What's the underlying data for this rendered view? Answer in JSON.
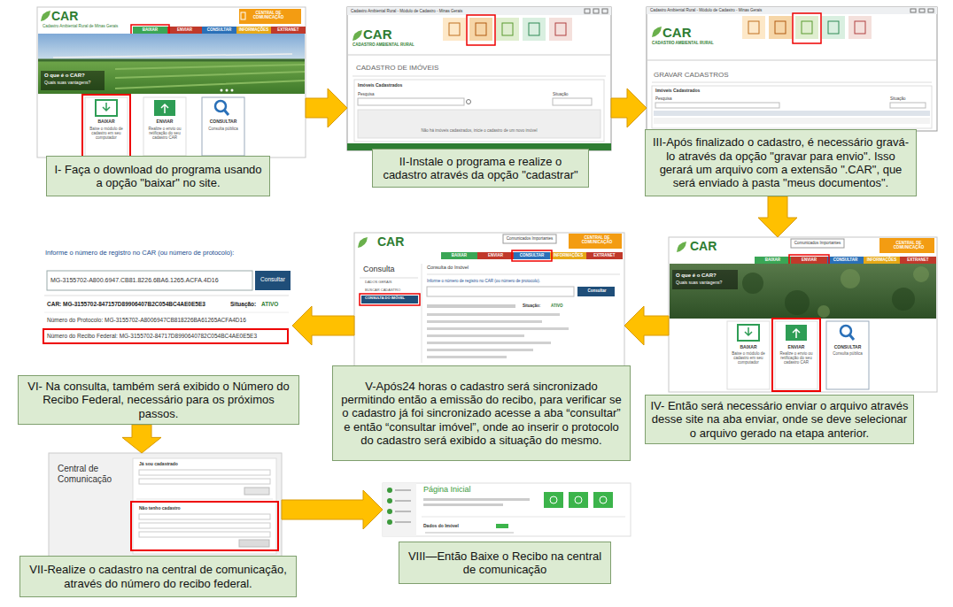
{
  "diagram": {
    "nodes": [
      {
        "text": [
          "CAR",
          "Cadastro Ambiental Rural de Minas Gerais",
          "CENTRAL DE COMUNICAÇÃO",
          "BAIXAR",
          "ENVIAR",
          "CONSULTAR",
          "INFORMAÇÕES",
          "EXTRANET",
          "O que é o CAR?",
          "Quais suas vantagens?",
          "BAIXAR",
          "Baixe o módulo de cadastro em seu computador",
          "ENVIAR",
          "Realize o envio ou retificação do seu cadastro CAR",
          "CONSULTAR",
          "Consulta pública"
        ]
      },
      {
        "text": [
          "I- Faça o download do programa usando a opção \"baixar\" no site."
        ]
      },
      {
        "text": [
          "Cadastro Ambiental Rural - Módulo de Cadastro - Minas Gerais",
          "CAR",
          "CADASTRO AMBIENTAL RURAL",
          "CADASTRO DE IMÓVEIS",
          "Imóveis Cadastrados",
          "Pesquisa",
          "Situação",
          "Não há imóveis cadastrados, inicie o cadastro de um novo imóvel"
        ]
      },
      {
        "text": [
          "II-Instale o programa e realize o cadastro através da opção \"cadastrar\""
        ]
      },
      {
        "text": [
          "Cadastro Ambiental Rural - Módulo de Cadastro - Minas Gerais",
          "CAR",
          "CADASTRO AMBIENTAL RURAL",
          "GRAVAR CADASTROS",
          "Imóveis Cadastrados",
          "Pesquisa",
          "Situação"
        ]
      },
      {
        "text": [
          "III-Após finalizado o cadastro, é necessário gravá-lo através da opção \"gravar para envio\". Isso gerará um arquivo com a extensão \".CAR\", que será enviado à pasta \"meus documentos\"."
        ]
      },
      {
        "text": [
          "CAR",
          "Comunicados Importantes",
          "CENTRAL DE COMUNICAÇÃO",
          "BAIXAR",
          "ENVIAR",
          "CONSULTAR",
          "INFORMAÇÕES",
          "EXTRANET",
          "O que é o CAR?",
          "Quais suas vantagens?",
          "BAIXAR",
          "Baixe o módulo de cadastro em seu computador",
          "ENVIAR",
          "Realize o envio ou retificação do seu cadastro CAR",
          "CONSULTAR",
          "Consulta pública"
        ]
      },
      {
        "text": [
          "IV- Então será necessário enviar o arquivo através desse site na aba enviar, onde se deve selecionar o arquivo gerado na etapa anterior."
        ]
      },
      {
        "text": [
          "CAR",
          "Comunicados Importantes",
          "CENTRAL DE COMUNICAÇÃO",
          "BAIXAR",
          "ENVIAR",
          "CONSULTAR",
          "INFORMAÇÕES",
          "EXTRANET",
          "Consulta",
          "DADOS GERAIS",
          "BUSCAR CADASTRO",
          "CONSULTA DO IMÓVEL",
          "Consulta do Imóvel",
          "Informe o número de registro no CAR (ou número de protocolo).",
          "Consultar",
          "Situação:",
          "ATIVO"
        ]
      },
      {
        "text": [
          "V-Após24 horas o cadastro será sincronizado permitindo então a emissão do recibo, para verificar se o cadastro já foi sincronizado acesse a aba “consultar” e então “consultar imóvel”, onde ao inserir o protocolo do cadastro será exibido a situação do mesmo."
        ]
      },
      {
        "text": [
          "Informe o número de registro no CAR (ou número de protocolo):",
          "MG-3155702-A800.6947.CB81.8226.6BA6.1265.ACFA.4D16",
          "Consultar",
          "CAR: MG-3155702-847157D89906407B2C054BC4AE0E5E3",
          "Situação:",
          "ATIVO",
          "Número do Protocolo: MG-3155702-A8006947CB818226BA61265ACFA4D16",
          "Número do Recibo Federal: MG-3155702-84717D8990640782C054BC4AE0E5E3"
        ]
      },
      {
        "text": [
          "VI- Na consulta, também será exibido o Número do Recibo Federal, necessário para os próximos passos."
        ]
      },
      {
        "text": [
          "Central de Comunicação",
          "Já sou cadastrado",
          "Não tenho cadastro"
        ]
      },
      {
        "text": [
          "VII-Realize o cadastro na central de comunicação, através do número do recibo federal."
        ]
      },
      {
        "text": [
          "Página Inicial",
          "Dados do Imóvel"
        ]
      },
      {
        "text": [
          "VIII—Então Baixe o Recibo na central de comunicação"
        ]
      }
    ],
    "edges": [
      {
        "from": 0,
        "to": 2,
        "arrow": "to"
      },
      {
        "from": 2,
        "to": 4,
        "arrow": "to"
      },
      {
        "from": 5,
        "to": 6,
        "arrow": "to"
      },
      {
        "from": 6,
        "to": 8,
        "arrow": "to"
      },
      {
        "from": 8,
        "to": 10,
        "arrow": "to"
      },
      {
        "from": 11,
        "to": 12,
        "arrow": "to"
      },
      {
        "from": 12,
        "to": 14,
        "arrow": "to"
      }
    ]
  }
}
